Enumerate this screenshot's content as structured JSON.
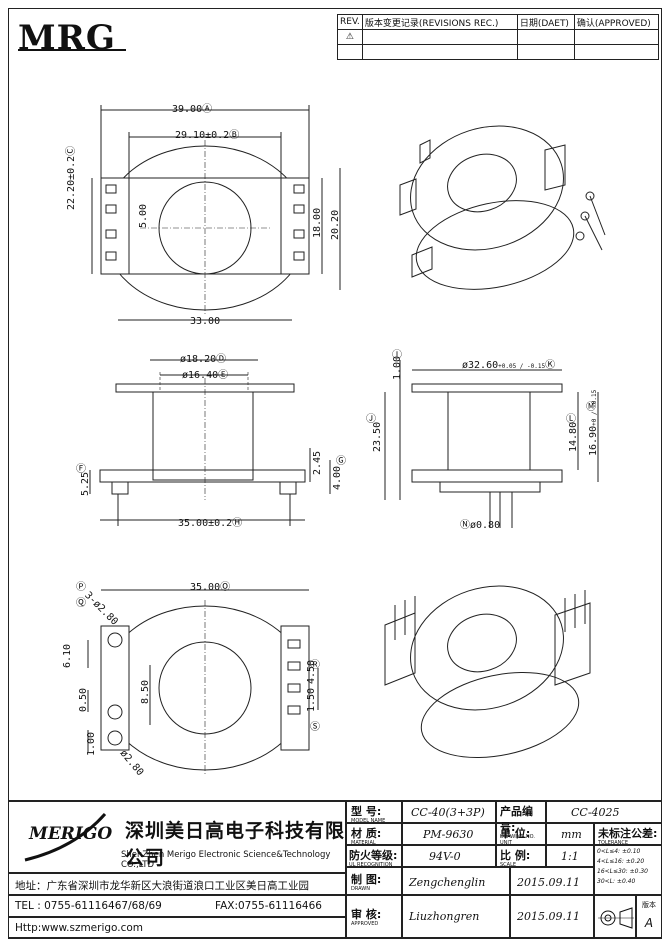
{
  "logo": "MRG",
  "revision_table": {
    "rev": "REV.",
    "rec": "版本变更记录(REVISIONS REC.)",
    "date": "日期(DAET)",
    "approved": "确认(APPROVED)",
    "mark": "⚠"
  },
  "dims": {
    "top_w": "39.00",
    "top_w_tag": "Ⓐ",
    "inner_w": "29.10±0.2",
    "inner_w_tag": "Ⓑ",
    "left_h": "22.20±0.2",
    "left_h_tag": "Ⓒ",
    "slot": "5.00",
    "h18": "18.00",
    "h20": "20.20",
    "bot_w": "33.00",
    "d18": "ø18.20",
    "d18_tag": "Ⓓ",
    "d16": "ø16.40",
    "d16_tag": "Ⓔ",
    "h525": "5.25",
    "h525_tag": "Ⓕ",
    "h245": "2.45",
    "h400": "4.00",
    "h400_tag": "Ⓖ",
    "w35": "35.00±0.2",
    "w35_tag": "Ⓗ",
    "h100a": "1.00",
    "h100a_tag": "Ⓘ",
    "d3260": "ø32.60",
    "d3260_tol": "+0.05 / -0.15",
    "d3260_tag": "Ⓚ",
    "h2350": "23.50",
    "h2350_tag": "Ⓙ",
    "h1480": "14.80",
    "h1480_tag": "Ⓛ",
    "h1690": "16.90",
    "h1690_tol": "+0 / -0.15",
    "h1690_tag": "Ⓜ",
    "pin": "ø0.80",
    "pin_tag": "Ⓝ",
    "b35": "35.00",
    "b35_tag": "Ⓞ",
    "tag_p": "Ⓟ",
    "tag_q": "Ⓠ",
    "holes": "3-ø2.80",
    "h610": "6.10",
    "h050": "0.50",
    "h850": "8.50",
    "h100b": "1.00",
    "h450": "4.50",
    "tag_r": "Ⓡ",
    "h150": "1.50",
    "tag_s": "Ⓢ",
    "d280": "ø2.80"
  },
  "title_block": {
    "merigo": "MERIGO",
    "company_cn": "深圳美日高电子科技有限公司",
    "company_en": "ShenZhen Merigo Electronic Science&Technology CO.,LTD",
    "address_label": "地址：",
    "address": "广东省深圳市龙华新区大浪街道浪口工业区美日高工业园",
    "tel": "TEL : 0755-61116467/68/69",
    "fax": "FAX:0755-61116466",
    "http": "Http:www.szmerigo.com",
    "model_label": "型 号:",
    "model_sub": "MODEL NAME",
    "model": "CC-40(3+3P)",
    "drawing_label": "产品编号:",
    "drawing_sub": "DRAWING NO.",
    "drawing_no": "CC-4025",
    "material_label": "材 质:",
    "material_sub": "MATERIAL",
    "material": "PM-9630",
    "unit_label": "单 位:",
    "unit_sub": "UNIT",
    "unit": "mm",
    "tolerance_label": "未标注公差:",
    "tolerance_sub": "TOLERANCE",
    "flame_label": "防火等级:",
    "flame_sub": "UL RECOGNITION",
    "flame": "94V-0",
    "scale_label": "比 例:",
    "scale_sub": "SCALE",
    "scale": "1:1",
    "tol1": "0<L≤4:  ±0.10",
    "tol2": "4<L≤16:  ±0.20",
    "tol3": "16<L≤30: ±0.30",
    "tol4": "30<L:   ±0.40",
    "drawn_label": "制 图:",
    "drawn_sub": "DRAWN",
    "drawn": "Zengchenglin",
    "drawn_date": "2015.09.11",
    "approved_label": "审 核:",
    "approved_sub": "APPROVED",
    "approved": "Liuzhongren",
    "approved_date": "2015.09.11",
    "version_label": "版本",
    "version": "A"
  }
}
